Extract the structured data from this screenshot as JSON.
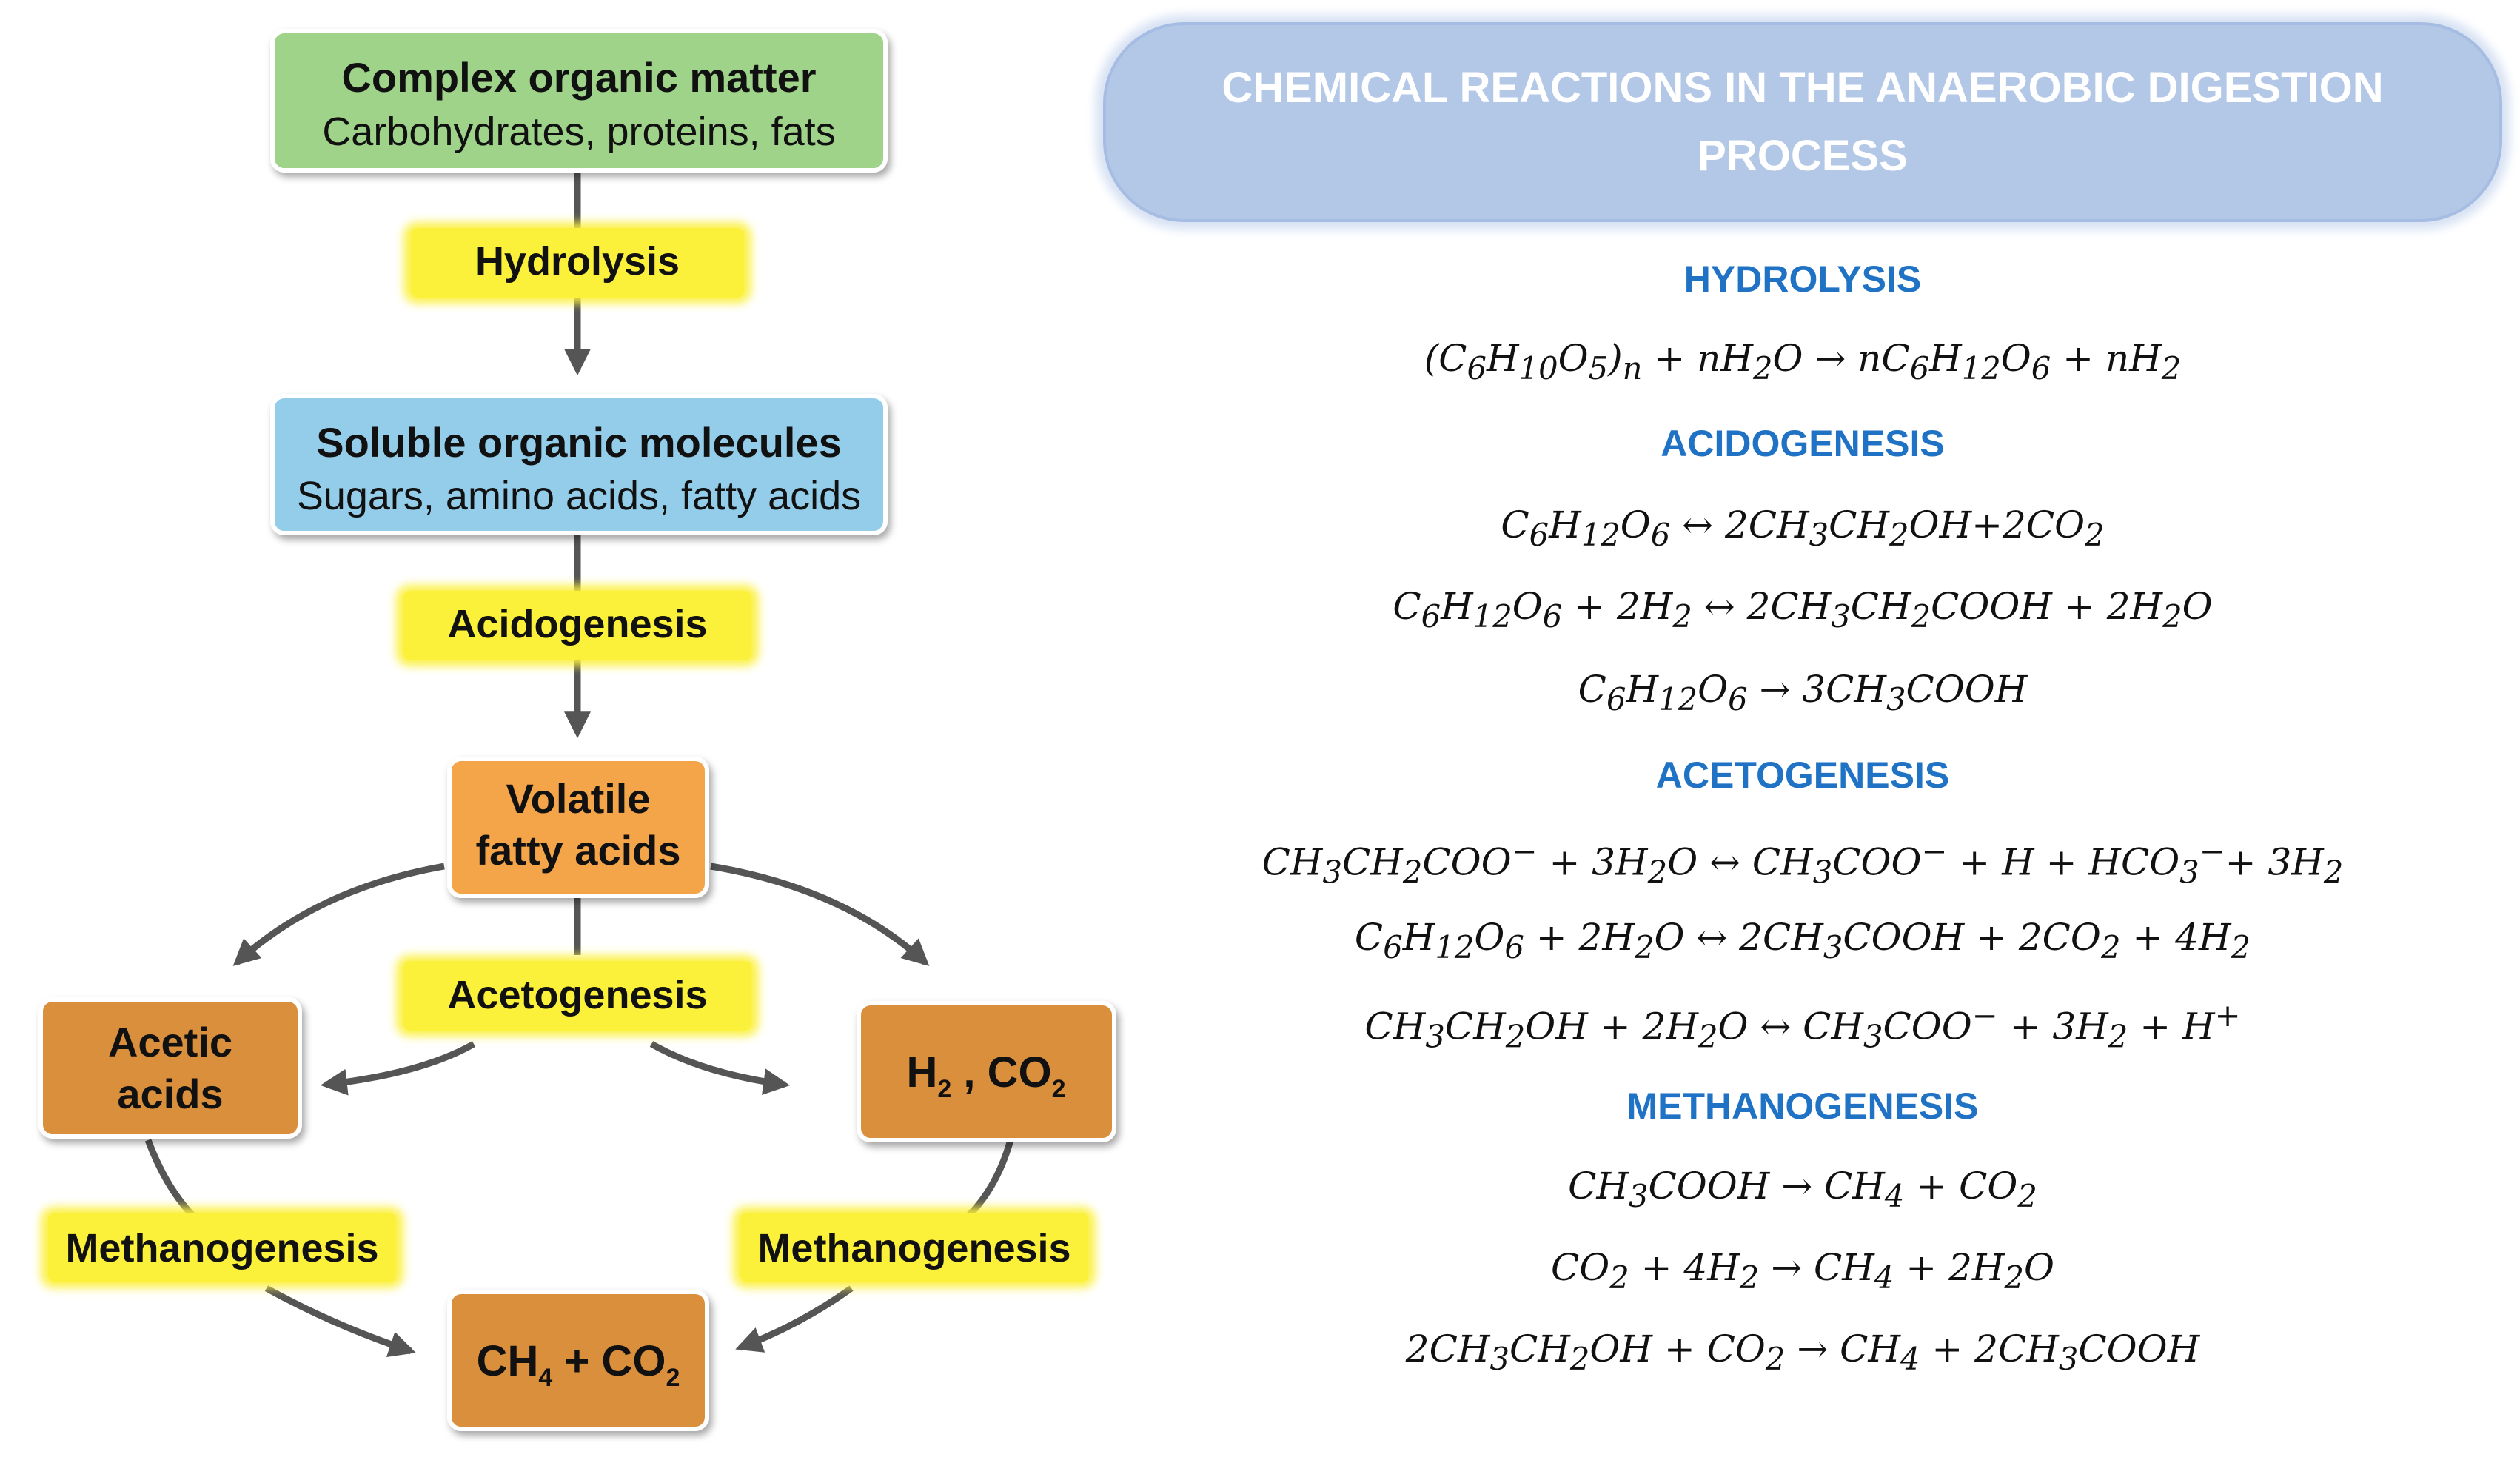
{
  "diagram": {
    "complex": {
      "title": "Complex organic matter",
      "subtitle": "Carbohydrates, proteins, fats"
    },
    "soluble": {
      "title": "Soluble organic molecules",
      "subtitle": "Sugars, amino acids, fatty acids"
    },
    "vfa": {
      "line1": "Volatile",
      "line2": "fatty acids"
    },
    "acetic": {
      "line1": "Acetic",
      "line2": "acids"
    },
    "h2co2": {
      "a": "H",
      "a_sub": "2",
      "sep": " , CO",
      "b_sub": "2"
    },
    "ch4co2": {
      "a": "CH",
      "a_sub": "4",
      "mid": " + CO",
      "b_sub": "2"
    },
    "process_labels": {
      "hydrolysis": "Hydrolysis",
      "acidogenesis": "Acidogenesis",
      "acetogenesis": "Acetogenesis",
      "methanogenesis_left": "Methanogenesis",
      "methanogenesis_right": "Methanogenesis"
    },
    "colors": {
      "green_box": "#9fd38a",
      "blue_box": "#93cdea",
      "orange_box": "#f5a54a",
      "brown_box": "#d98f3a",
      "label_yellow": "#fbf03a",
      "arrow": "#555555"
    }
  },
  "reactions": {
    "header": "CHEMICAL REACTIONS IN THE ANAEROBIC DIGESTION PROCESS",
    "sections": {
      "hydrolysis": "HYDROLYSIS",
      "acidogenesis": "ACIDOGENESIS",
      "acetogenesis": "ACETOGENESIS",
      "methanogenesis": "METHANOGENESIS"
    },
    "accent_color": "#1f72c4"
  }
}
